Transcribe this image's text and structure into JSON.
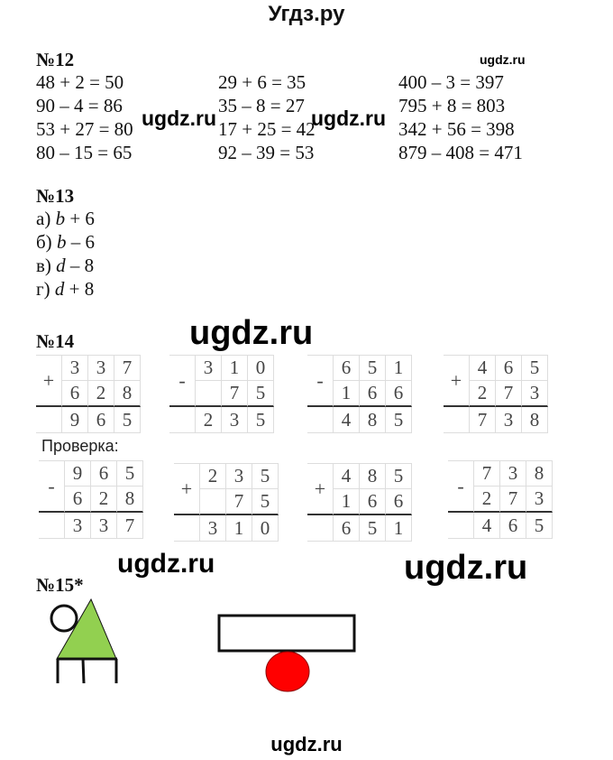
{
  "site_title": "Угдз.ру",
  "watermarks": {
    "top_right": "ugdz.ru",
    "mid_1": "ugdz.ru",
    "mid_2": "ugdz.ru",
    "big_14": "ugdz.ru",
    "before_15": "ugdz.ru",
    "right_15": "ugdz.ru",
    "footer": "ugdz.ru"
  },
  "task12": {
    "heading": "№12",
    "columns": [
      [
        "48 + 2 = 50",
        "90 – 4 = 86",
        "53 + 27 = 80",
        "80 – 15 = 65"
      ],
      [
        "29 + 6 = 35",
        "35 – 8 = 27",
        "17 + 25 = 42",
        "92 – 39 = 53"
      ],
      [
        "400 – 3 = 397",
        "795 + 8 = 803",
        "342 + 56 = 398",
        "879 – 408 = 471"
      ]
    ]
  },
  "task13": {
    "heading": "№13",
    "items": [
      {
        "label": "а)",
        "var": "b",
        "rest": " + 6"
      },
      {
        "label": "б)",
        "var": "b",
        "rest": " – 6"
      },
      {
        "label": "в)",
        "var": "d",
        "rest": " – 8"
      },
      {
        "label": "г)",
        "var": "d",
        "rest": " + 8"
      }
    ]
  },
  "task14": {
    "heading": "№14",
    "check_label": "Проверка:",
    "grids": [
      {
        "op": "+",
        "r1": [
          "3",
          "3",
          "7"
        ],
        "r2": [
          "6",
          "2",
          "8"
        ],
        "r3": [
          "9",
          "6",
          "5"
        ]
      },
      {
        "op": "-",
        "r1": [
          "3",
          "1",
          "0"
        ],
        "r2": [
          "",
          "7",
          "5"
        ],
        "r3": [
          "2",
          "3",
          "5"
        ]
      },
      {
        "op": "-",
        "r1": [
          "6",
          "5",
          "1"
        ],
        "r2": [
          "1",
          "6",
          "6"
        ],
        "r3": [
          "4",
          "8",
          "5"
        ]
      },
      {
        "op": "+",
        "r1": [
          "4",
          "6",
          "5"
        ],
        "r2": [
          "2",
          "7",
          "3"
        ],
        "r3": [
          "7",
          "3",
          "8"
        ]
      },
      {
        "op": "-",
        "r1": [
          "9",
          "6",
          "5"
        ],
        "r2": [
          "6",
          "2",
          "8"
        ],
        "r3": [
          "3",
          "3",
          "7"
        ]
      },
      {
        "op": "+",
        "r1": [
          "2",
          "3",
          "5"
        ],
        "r2": [
          "",
          "7",
          "5"
        ],
        "r3": [
          "3",
          "1",
          "0"
        ]
      },
      {
        "op": "+",
        "r1": [
          "4",
          "8",
          "5"
        ],
        "r2": [
          "1",
          "6",
          "6"
        ],
        "r3": [
          "6",
          "5",
          "1"
        ]
      },
      {
        "op": "-",
        "r1": [
          "7",
          "3",
          "8"
        ],
        "r2": [
          "2",
          "7",
          "3"
        ],
        "r3": [
          "4",
          "6",
          "5"
        ]
      }
    ]
  },
  "task15": {
    "heading": "№15*",
    "colors": {
      "triangle": "#92d050",
      "circle": "#ff0000"
    }
  }
}
